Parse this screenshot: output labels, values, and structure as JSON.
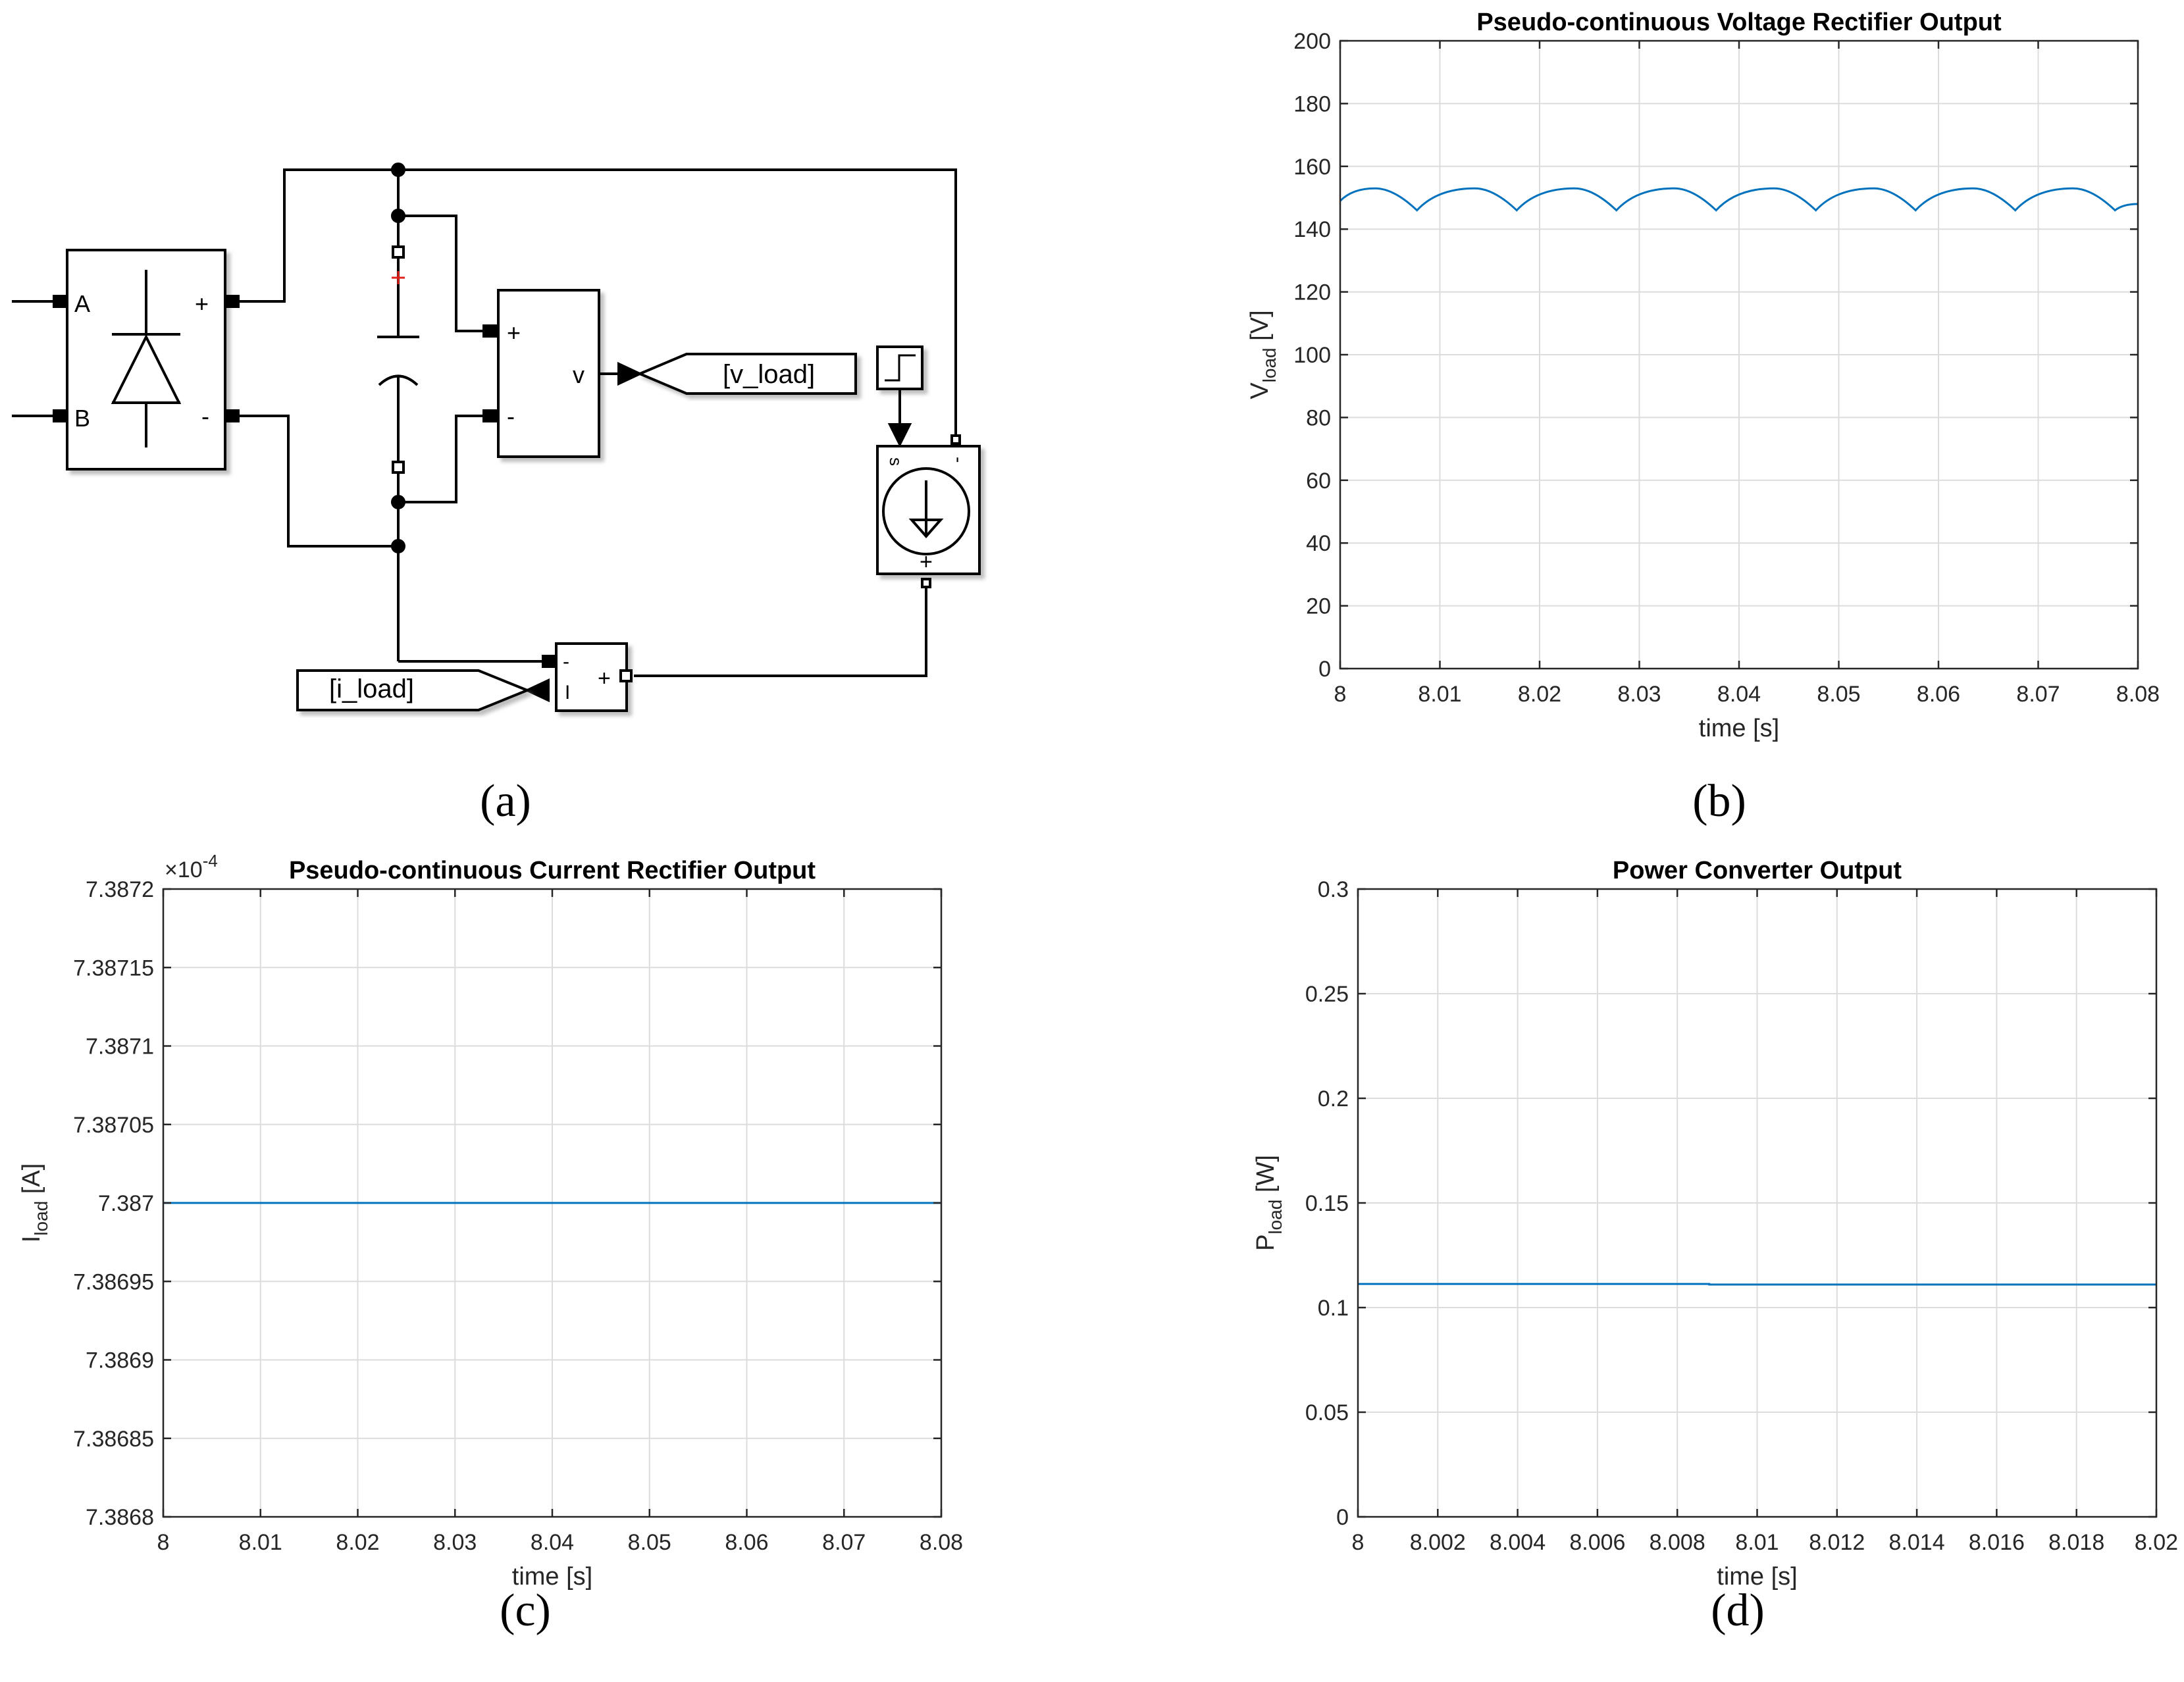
{
  "panels": {
    "a": "(a)",
    "b": "(b)",
    "c": "(c)",
    "d": "(d)"
  },
  "diagram": {
    "rectifier_ports": {
      "a": "A",
      "b": "B",
      "plus": "+",
      "minus": "-"
    },
    "voltmeter": {
      "plus": "+",
      "minus": "-",
      "out": "v"
    },
    "v_tag": "[v_load]",
    "i_tag": "[i_load]",
    "ammeter": {
      "minus": "-",
      "plus": "+",
      "out": "I"
    },
    "source": {
      "s": "s",
      "minus": "-",
      "plus": "+"
    }
  },
  "chart_data": [
    {
      "id": "b",
      "type": "line",
      "title": "Pseudo-continuous Voltage Rectifier Output",
      "xlabel": "time [s]",
      "ylabel_main": "V",
      "ylabel_sub": "load",
      "ylabel_unit": " [V]",
      "xlim": [
        8,
        8.08
      ],
      "ylim": [
        0,
        200
      ],
      "xticks": [
        8,
        8.01,
        8.02,
        8.03,
        8.04,
        8.05,
        8.06,
        8.07,
        8.08
      ],
      "xticklabels": [
        "8",
        "8.01",
        "8.02",
        "8.03",
        "8.04",
        "8.05",
        "8.06",
        "8.07",
        "8.08"
      ],
      "yticks": [
        0,
        20,
        40,
        60,
        80,
        100,
        120,
        140,
        160,
        180,
        200
      ],
      "yticklabels": [
        "0",
        "20",
        "40",
        "60",
        "80",
        "100",
        "120",
        "140",
        "160",
        "180",
        "200"
      ],
      "grid": true,
      "color": "#0072bd",
      "x": [
        8.0,
        8.0035,
        8.0077,
        8.0135,
        8.0177,
        8.0235,
        8.0277,
        8.0335,
        8.0377,
        8.0435,
        8.0477,
        8.0535,
        8.0577,
        8.0635,
        8.0677,
        8.0735,
        8.0777,
        8.08
      ],
      "y": [
        149,
        153,
        146,
        153,
        146,
        153,
        146,
        153,
        146,
        153,
        146,
        153,
        146,
        153,
        146,
        153,
        146,
        148
      ]
    },
    {
      "id": "c",
      "type": "line",
      "title": "Pseudo-continuous Current Rectifier Output",
      "xlabel": "time [s]",
      "ylabel_main": "I",
      "ylabel_sub": "load",
      "ylabel_unit": " [A]",
      "exponent_label": "×10",
      "exponent_power": "-4",
      "xlim": [
        8,
        8.08
      ],
      "ylim": [
        7.3868,
        7.3872
      ],
      "xticks": [
        8,
        8.01,
        8.02,
        8.03,
        8.04,
        8.05,
        8.06,
        8.07,
        8.08
      ],
      "xticklabels": [
        "8",
        "8.01",
        "8.02",
        "8.03",
        "8.04",
        "8.05",
        "8.06",
        "8.07",
        "8.08"
      ],
      "yticks": [
        7.3868,
        7.38685,
        7.3869,
        7.38695,
        7.387,
        7.38705,
        7.3871,
        7.38715,
        7.3872
      ],
      "yticklabels": [
        "7.3868",
        "7.38685",
        "7.3869",
        "7.38695",
        "7.387",
        "7.38705",
        "7.3871",
        "7.38715",
        "7.3872"
      ],
      "grid": true,
      "color": "#0072bd",
      "x": [
        8.0,
        8.08
      ],
      "y": [
        7.387,
        7.387
      ]
    },
    {
      "id": "d",
      "type": "line",
      "title": "Power Converter Output",
      "xlabel": "time [s]",
      "ylabel_main": "P",
      "ylabel_sub": "load",
      "ylabel_unit": " [W]",
      "xlim": [
        8,
        8.02
      ],
      "ylim": [
        0,
        0.3
      ],
      "xticks": [
        8,
        8.002,
        8.004,
        8.006,
        8.008,
        8.01,
        8.012,
        8.014,
        8.016,
        8.018,
        8.02
      ],
      "xticklabels": [
        "8",
        "8.002",
        "8.004",
        "8.006",
        "8.008",
        "8.01",
        "8.012",
        "8.014",
        "8.016",
        "8.018",
        "8.02"
      ],
      "yticks": [
        0,
        0.05,
        0.1,
        0.15,
        0.2,
        0.25,
        0.3
      ],
      "yticklabels": [
        "0",
        "0.05",
        "0.1",
        "0.15",
        "0.2",
        "0.25",
        "0.3"
      ],
      "grid": true,
      "color": "#0072bd",
      "x": [
        8.0,
        8.0088,
        8.0088,
        8.02
      ],
      "y": [
        0.1113,
        0.1113,
        0.111,
        0.111
      ]
    }
  ]
}
